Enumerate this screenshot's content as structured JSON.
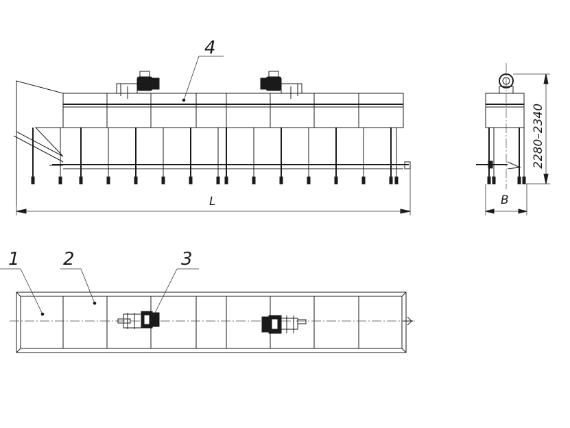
{
  "callouts": {
    "c1": "1",
    "c2": "2",
    "c3": "3",
    "c4": "4"
  },
  "dimensions": {
    "length": "L",
    "width": "B",
    "height": "2280–2340"
  },
  "legs_front_x": [
    48,
    88,
    118,
    158,
    198,
    238,
    278,
    318,
    330,
    370,
    410,
    450,
    490,
    530,
    570,
    578
  ],
  "legs_side_x": [
    713,
    720,
    757,
    764
  ],
  "top_sections_x": [
    92,
    156,
    220,
    286,
    330,
    394,
    458,
    523,
    588
  ],
  "colors": {
    "line": "#1a1a1a",
    "background": "#ffffff"
  }
}
